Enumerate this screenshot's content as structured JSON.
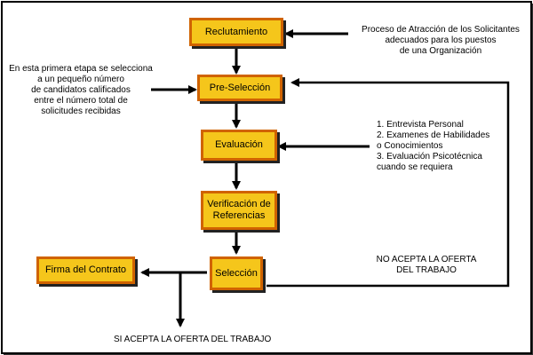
{
  "boxes": {
    "reclutamiento": "Reclutamiento",
    "preseleccion": "Pre-Selección",
    "evaluacion": "Evaluación",
    "verificacion": "Verificación de\nReferencias",
    "seleccion": "Selección",
    "firma": "Firma del Contrato"
  },
  "notes": {
    "reclutamiento_desc": "Proceso de Atracción de los Solicitantes\nadecuados para los puestos\nde una Organización",
    "preseleccion_desc": "En esta primera etapa se selecciona\na un pequeño número\nde candidatos calificados\nentre el número total de\nsolicitudes recibidas",
    "evaluacion_desc": "1. Entrevista Personal\n2. Examenes de Habilidades\no Conocimientos\n3. Evaluación Psicotécnica\ncuando se requiera",
    "no_acepta": "NO ACEPTA LA OFERTA\nDEL TRABAJO",
    "si_acepta": "SI ACEPTA LA OFERTA DEL TRABAJO"
  }
}
